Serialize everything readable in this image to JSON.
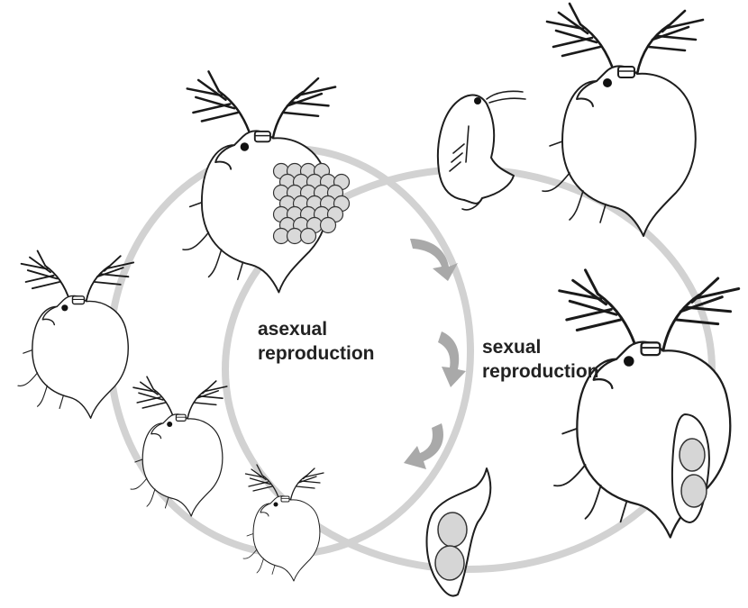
{
  "labels": {
    "asexual_line1": "asexual",
    "asexual_line2": "reproduction",
    "sexual_line1": "sexual",
    "sexual_line2": "reproduction"
  },
  "colors": {
    "cycle_ring": "#d2d2d2",
    "arrow": "#a9a9a9",
    "outline": "#1e1e1e",
    "egg_fill": "#d9d9d9"
  },
  "icons": [
    "daphnia-female-icon",
    "daphnia-male-icon",
    "ephippium-icon",
    "cycle-arrow-icon"
  ]
}
